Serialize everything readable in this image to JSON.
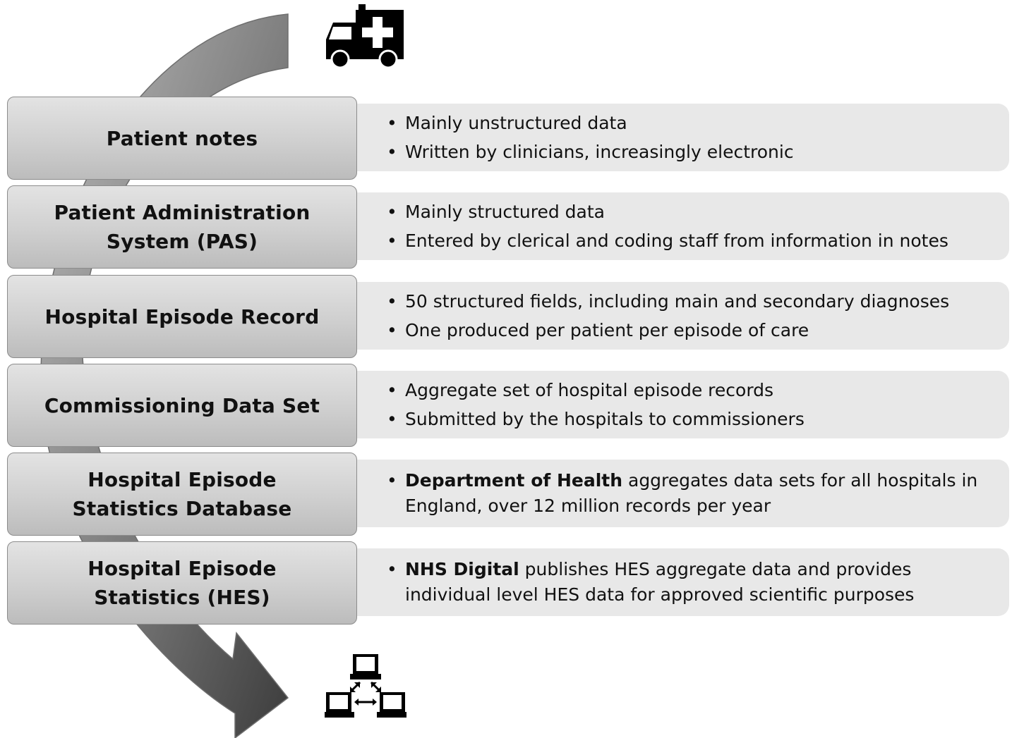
{
  "colors": {
    "arrow_dark": "#3c3c3c",
    "arrow_light": "#bdbdbd",
    "title_box_top": "#e3e3e3",
    "title_box_bottom": "#bcbcbc",
    "desc_box": "#e8e8e8",
    "text": "#111111"
  },
  "icons": {
    "top": "ambulance-icon",
    "bottom": "computer-network-icon"
  },
  "steps": [
    {
      "title": "Patient notes",
      "bullets": [
        {
          "lead": "",
          "text": "Mainly unstructured data"
        },
        {
          "lead": "",
          "text": "Written by clinicians, increasingly electronic"
        }
      ]
    },
    {
      "title": "Patient Administration System (PAS)",
      "bullets": [
        {
          "lead": "",
          "text": "Mainly structured data"
        },
        {
          "lead": "",
          "text": "Entered by clerical and coding staff from information in notes"
        }
      ]
    },
    {
      "title": "Hospital Episode Record",
      "bullets": [
        {
          "lead": "",
          "text": "50 structured fields, including main and secondary diagnoses"
        },
        {
          "lead": "",
          "text": "One produced per patient per episode of care"
        }
      ]
    },
    {
      "title": "Commissioning Data Set",
      "bullets": [
        {
          "lead": "",
          "text": "Aggregate set of hospital episode records"
        },
        {
          "lead": "",
          "text": "Submitted by the hospitals to commissioners"
        }
      ]
    },
    {
      "title": "Hospital Episode Statistics Database",
      "bullets": [
        {
          "lead": "Department of Health",
          "text": " aggregates data sets for all hospitals in England, over 12 million records per year"
        }
      ]
    },
    {
      "title": "Hospital Episode Statistics (HES)",
      "bullets": [
        {
          "lead": "NHS Digital",
          "text": " publishes HES aggregate data and provides individual level HES data for approved scientific purposes"
        }
      ]
    }
  ]
}
